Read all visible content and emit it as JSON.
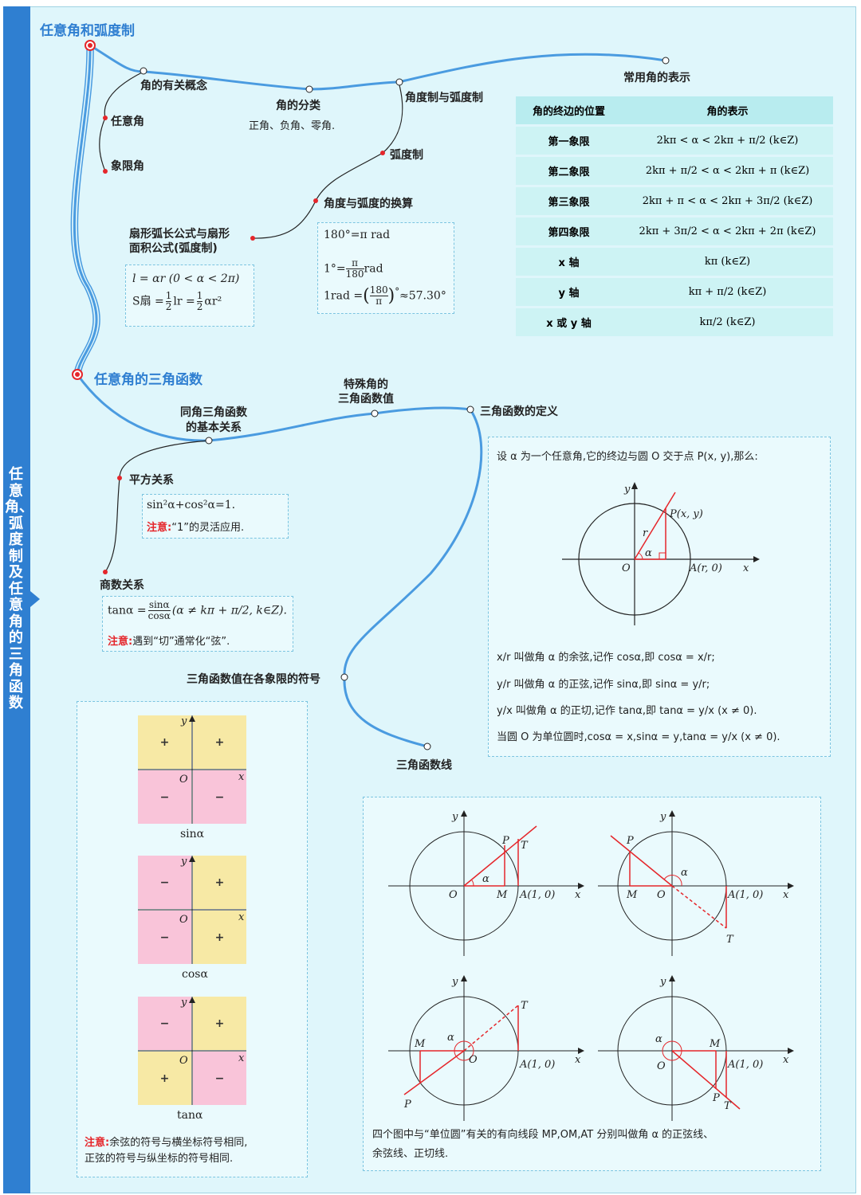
{
  "sidebar": {
    "title": "任意角、弧度制及任意角的三角函数"
  },
  "sections": {
    "s1": "任意角和弧度制",
    "s2": "任意角的三角函数"
  },
  "nodes": {
    "concepts": "角的有关概念",
    "arbitrary_angle": "任意角",
    "quadrant_angle": "象限角",
    "classification": "角的分类",
    "classification_detail": "正角、负角、零角.",
    "degree_radian": "角度制与弧度制",
    "radian": "弧度制",
    "conversion": "角度与弧度的换算",
    "sector_line1": "扇形弧长公式与扇形",
    "sector_line2": "面积公式(弧度制)",
    "common_angles": "常用角的表示",
    "same_angle_line1": "同角三角函数",
    "same_angle_line2": "的基本关系",
    "special_line1": "特殊角的",
    "special_line2": "三角函数值",
    "definition": "三角函数的定义",
    "square_rel": "平方关系",
    "quotient_rel": "商数关系",
    "signs": "三角函数值在各象限的符号",
    "trig_lines": "三角函数线"
  },
  "formulas": {
    "deg180": "180°=π rad",
    "one_deg_pre": "1°=",
    "one_deg_num": "π",
    "one_deg_den": "180",
    "one_deg_post": "rad",
    "one_rad_pre": "1rad =",
    "one_rad_num": "180",
    "one_rad_den": "π",
    "one_rad_post": "≈57.30°",
    "arc_len": "l = αr (0 < α < 2π)",
    "area_pre": "S扇 =",
    "area_mid": "lr =",
    "area_post": "αr²",
    "half_num": "1",
    "half_den": "2",
    "square": "sin²α+cos²α=1.",
    "note_label": "注意:",
    "square_note": "“1”的灵活应用.",
    "tan_pre": "tanα =",
    "tan_num": "sinα",
    "tan_den": "cosα",
    "tan_cond": "(α ≠ kπ + π/2, k∈Z).",
    "tan_note": "遇到“切”通常化“弦”."
  },
  "table": {
    "headers": [
      "角的终边的位置",
      "角的表示"
    ],
    "rows": [
      [
        "第一象限",
        "2kπ < α < 2kπ + π/2 (k∈Z)"
      ],
      [
        "第二象限",
        "2kπ + π/2 < α < 2kπ + π (k∈Z)"
      ],
      [
        "第三象限",
        "2kπ + π < α < 2kπ + 3π/2 (k∈Z)"
      ],
      [
        "第四象限",
        "2kπ + 3π/2 < α < 2kπ + 2π (k∈Z)"
      ],
      [
        "x 轴",
        "kπ (k∈Z)"
      ],
      [
        "y 轴",
        "kπ + π/2 (k∈Z)"
      ],
      [
        "x 或 y 轴",
        "kπ/2 (k∈Z)"
      ]
    ]
  },
  "definition": {
    "intro": "设 α 为一个任意角,它的终边与圆 O 交于点 P(x, y),那么:",
    "cos_line": "x/r 叫做角 α 的余弦,记作 cosα,即 cosα = x/r;",
    "sin_line": "y/r 叫做角 α 的正弦,记作 sinα,即 sinα = y/r;",
    "tan_line": "y/x 叫做角 α 的正切,记作 tanα,即 tanα = y/x (x ≠ 0).",
    "unit_line": "当圆 O 为单位圆时,cosα = x,sinα = y,tanα = y/x (x ≠ 0).",
    "label_P": "P(x, y)",
    "label_A": "A(r, 0)",
    "label_O": "O",
    "label_r": "r",
    "label_alpha": "α",
    "label_x": "x",
    "label_y": "y"
  },
  "quadrants": {
    "sin": {
      "caption": "sinα",
      "q2": "+",
      "q1": "+",
      "q3": "−",
      "q4": "−"
    },
    "cos": {
      "caption": "cosα",
      "q2": "−",
      "q1": "+",
      "q3": "−",
      "q4": "+"
    },
    "tan": {
      "caption": "tanα",
      "q2": "−",
      "q1": "+",
      "q3": "+",
      "q4": "−"
    },
    "label_O": "O",
    "label_x": "x",
    "label_y": "y",
    "note1": "余弦的符号与横坐标符号相同,",
    "note2": "正弦的符号与纵坐标的符号相同."
  },
  "lines": {
    "label_A": "A(1, 0)",
    "label_O": "O",
    "label_M": "M",
    "label_P": "P",
    "label_T": "T",
    "label_alpha": "α",
    "label_x": "x",
    "label_y": "y",
    "caption1": "四个图中与“单位圆”有关的有向线段 MP,OM,AT 分别叫做角 α 的正弦线、",
    "caption2": "余弦线、正切线."
  },
  "colors": {
    "accent": "#2f7fd1",
    "red": "#e5262b",
    "curve": "#4a9be0"
  }
}
